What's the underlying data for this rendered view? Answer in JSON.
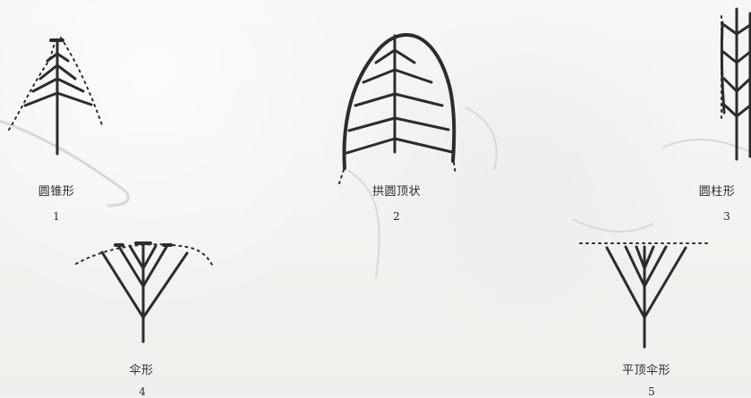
{
  "figures": [
    {
      "name": "圆锥形",
      "number": "1"
    },
    {
      "name": "拱圆顶状",
      "number": "2"
    },
    {
      "name": "圆柱形",
      "number": "3"
    },
    {
      "name": "伞形",
      "number": "4"
    },
    {
      "name": "平顶伞形",
      "number": "5"
    }
  ]
}
